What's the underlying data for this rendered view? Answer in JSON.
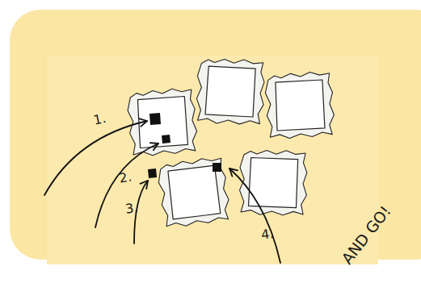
{
  "diagram": {
    "labels": [
      "1.",
      "2.",
      "3.",
      "4.",
      "AND GO!"
    ]
  }
}
